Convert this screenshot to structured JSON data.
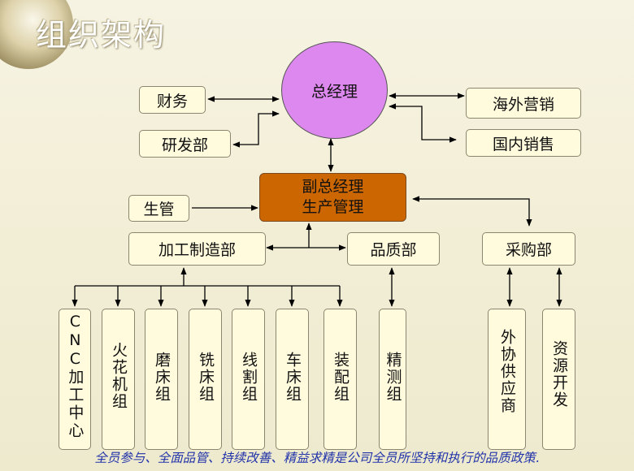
{
  "title": "组织架构",
  "nodes": {
    "general_manager": "总经理",
    "finance": "财务",
    "rd": "研发部",
    "overseas_marketing": "海外营销",
    "domestic_sales": "国内销售",
    "deputy_gm_line1": "副总经理",
    "deputy_gm_line2": "生产管理",
    "production_control": "生管",
    "machining": "加工制造部",
    "quality": "品质部",
    "purchasing": "采购部",
    "cnc_line1": "CNC",
    "cnc_line2": "加工中心",
    "spark": "火花机组",
    "grinding": "磨床组",
    "milling": "铣床组",
    "wire_cutting": "线割组",
    "lathe": "车床组",
    "assembly": "装配组",
    "measurement": "精测组",
    "outsourcing": "外协供应商",
    "sourcing": "资源开发"
  },
  "footer": "全员参与、全面品管、持续改善、精益求精是公司全员所坚持和执行的品质政策."
}
